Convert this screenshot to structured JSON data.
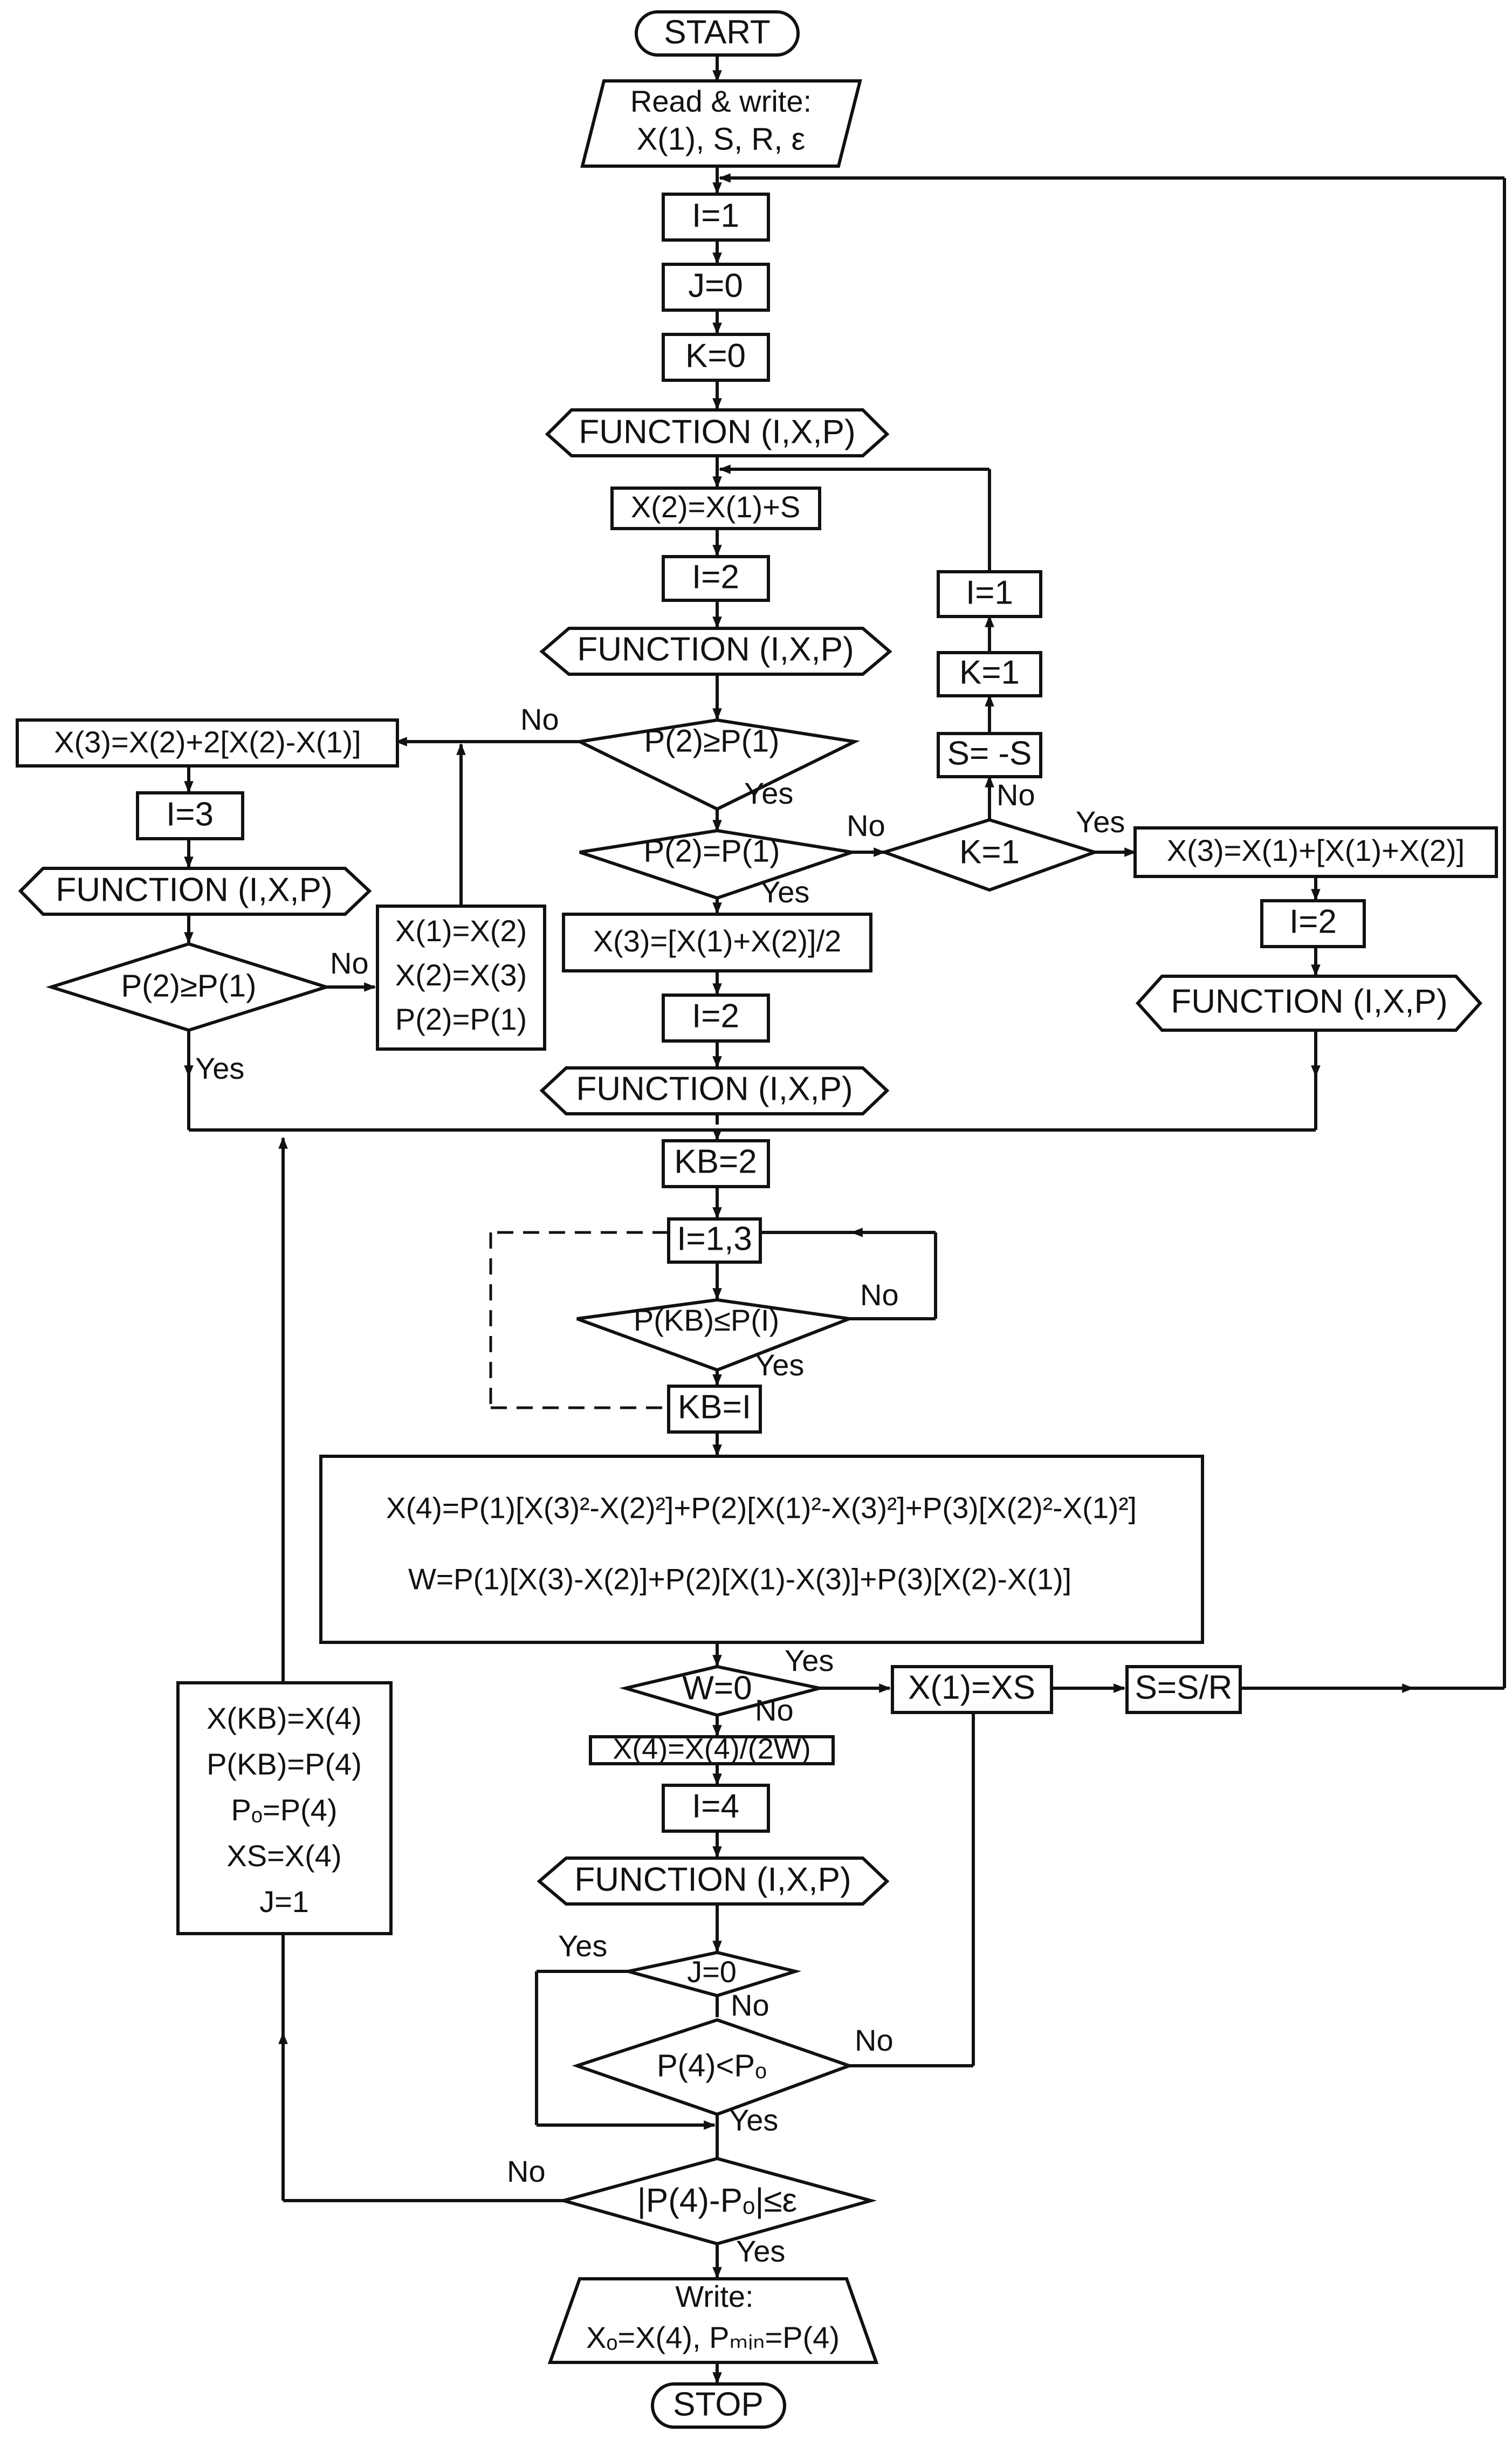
{
  "colors": {
    "ink": "#111111",
    "background": "#ffffff"
  },
  "nodes": {
    "start": "START",
    "read_write_1": "Read & write:",
    "read_write_2": "X(1), S, R, ε",
    "i_eq_1": "I=1",
    "j_eq_0": "J=0",
    "k_eq_0": "K=0",
    "function_1": "FUNCTION (I,X,P)",
    "x2_eq_x1_plus_s": "X(2)=X(1)+S",
    "i_eq_2_a": "I=2",
    "function_2": "FUNCTION (I,X,P)",
    "p2_ge_p1": "P(2)≥P(1)",
    "x3_extrap": "X(3)=X(2)+2[X(2)-X(1)]",
    "i_eq_3": "I=3",
    "function_left": "FUNCTION (I,X,P)",
    "p2_ge_p1_left": "P(2)≥P(1)",
    "shift_1": "X(1)=X(2)",
    "shift_2": "X(2)=X(3)",
    "shift_3": "P(2)=P(1)",
    "i_eq_1_right": "I=1",
    "k_eq_1_right": "K=1",
    "s_neg": "S= -S",
    "p2_eq_p1": "P(2)=P(1)",
    "k_eq_1_dec": "K=1",
    "x3_right": "X(3)=X(1)+[X(1)+X(2)]",
    "i_eq_2_right": "I=2",
    "function_right": "FUNCTION (I,X,P)",
    "x3_mid": "X(3)=[X(1)+X(2)]/2",
    "i_eq_2_mid": "I=2",
    "function_mid": "FUNCTION (I,X,P)",
    "kb_eq_2": "KB=2",
    "i_loop": "I=1,3",
    "pkb_le_pi": "P(KB)≤P(I)",
    "kb_eq_i": "KB=I",
    "x4_formula": "X(4)=P(1)[X(3)²-X(2)²]+P(2)[X(1)²-X(3)²]+P(3)[X(2)²-X(1)²]",
    "w_formula": "W=P(1)[X(3)-X(2)]+P(2)[X(1)-X(3)]+P(3)[X(2)-X(1)]",
    "w_eq_0": "W=0",
    "x1_eq_xs": "X(1)=XS",
    "s_eq_s_over_r": "S=S/R",
    "x4_div_2w": "X(4)=X(4)/(2W)",
    "i_eq_4": "I=4",
    "function_4": "FUNCTION (I,X,P)",
    "j_eq_0_dec": "J=0",
    "p4_lt_po": "P(4)<Pₒ",
    "converge": "|P(4)-Pₒ|≤ε",
    "update_1": "X(KB)=X(4)",
    "update_2": "P(KB)=P(4)",
    "update_3": "Pₒ=P(4)",
    "update_4": "XS=X(4)",
    "update_5": "J=1",
    "write_1": "Write:",
    "write_2": "Xₒ=X(4), Pₘᵢₙ=P(4)",
    "stop": "STOP"
  },
  "labels": {
    "yes": "Yes",
    "no": "No"
  }
}
